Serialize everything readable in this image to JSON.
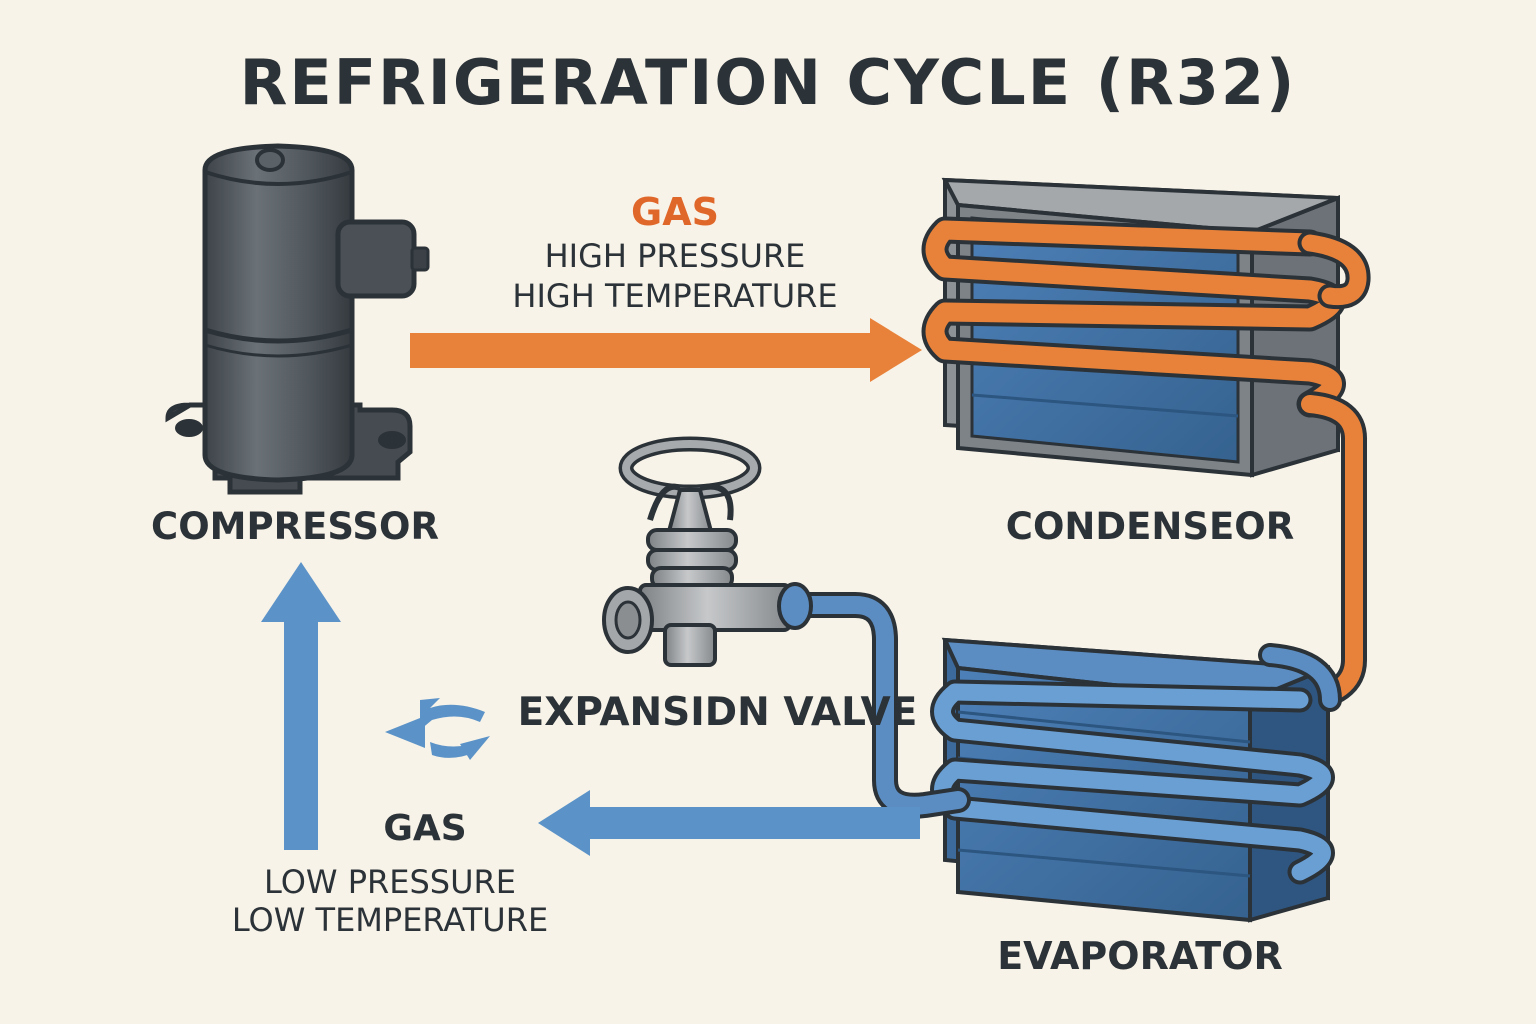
{
  "title": "REFRIGERATION CYCLE (R32)",
  "components": {
    "compressor": "COMPRESSOR",
    "condenser": "CONDENSEOR",
    "expansion_valve": "EXPANSIDN VALVE",
    "evaporator": "EVAPORATOR"
  },
  "high_side": {
    "state": "GAS",
    "pressure": "HIGH PRESSURE",
    "temperature": "HIGH TEMPERATURE"
  },
  "low_side": {
    "state": "GAS",
    "pressure": "LOW PRESSURE",
    "temperature": "LOW TEMPERATURE"
  },
  "colors": {
    "hot_line": "#e8823a",
    "hot_text": "#e0672a",
    "cold_line": "#5b93c8",
    "coil_blue": "#3f70a6",
    "compressor_body": "#4f565c",
    "valve_grey": "#9a9c9e",
    "outline": "#2b3238",
    "background": "#f8f3e8"
  },
  "icons": {
    "compressor": "compressor-icon",
    "condenser": "condenser-coil-icon",
    "evaporator": "evaporator-coil-icon",
    "expansion_valve": "expansion-valve-icon",
    "recirculation": "circular-arrows-icon"
  }
}
